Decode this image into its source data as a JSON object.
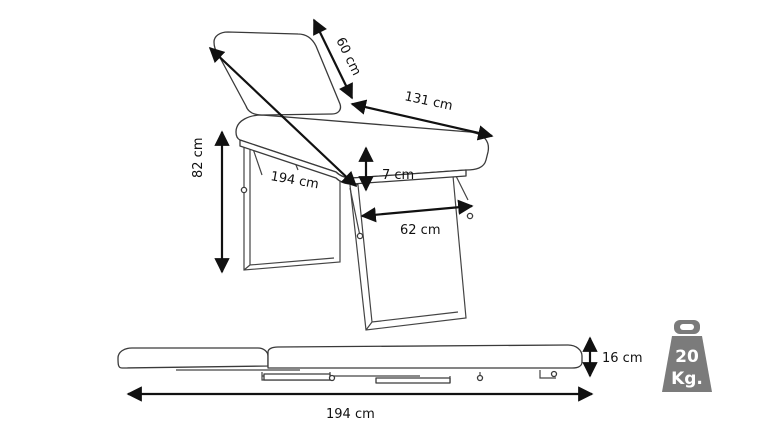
{
  "dimensions": {
    "backrest_width": "60 cm",
    "seat_length": "131 cm",
    "total_height": "82 cm",
    "mattress_thickness": "7 cm",
    "diagonal_length": "194 cm",
    "frame_width": "62 cm",
    "folded_height": "16 cm",
    "folded_length": "194 cm"
  },
  "weight": {
    "line1": "20",
    "line2": "Kg."
  },
  "colors": {
    "outline": "#3a3a3a",
    "arrow": "#111111",
    "weight_badge": "#7b7b7b"
  }
}
